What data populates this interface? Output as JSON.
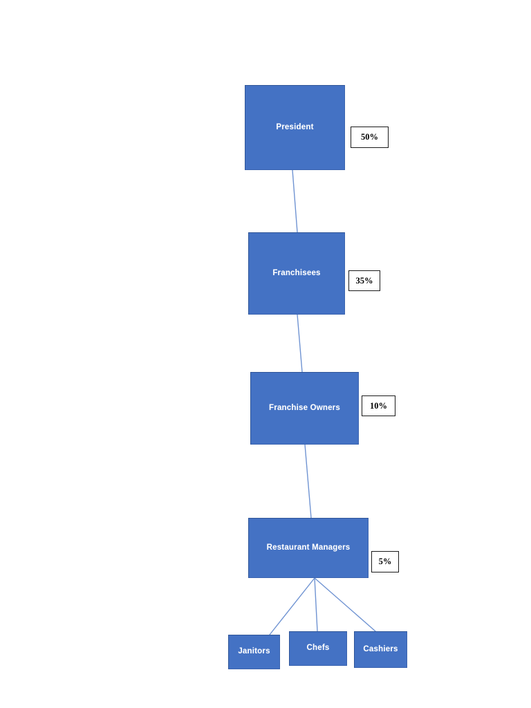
{
  "diagram": {
    "type": "organizational-hierarchy",
    "background_color": "#ffffff",
    "node_fill_color": "#4472c4",
    "node_border_color": "#2f5597",
    "node_text_color": "#ffffff",
    "connector_color": "#6f93d2",
    "callout_border_color": "#000000",
    "callout_text_color": "#000000",
    "nodes": [
      {
        "id": "president",
        "label": "President",
        "level": 1
      },
      {
        "id": "franchisees",
        "label": "Franchisees",
        "level": 2
      },
      {
        "id": "franchise_owners",
        "label": "Franchise Owners",
        "level": 3
      },
      {
        "id": "restaurant_managers",
        "label": "Restaurant Managers",
        "level": 4
      },
      {
        "id": "janitors",
        "label": "Janitors",
        "level": 5
      },
      {
        "id": "chefs",
        "label": "Chefs",
        "level": 5
      },
      {
        "id": "cashiers",
        "label": "Cashiers",
        "level": 5
      }
    ],
    "callouts": [
      {
        "id": "president_pct",
        "value": "50%",
        "for": "president"
      },
      {
        "id": "franchisees_pct",
        "value": "35%",
        "for": "franchisees"
      },
      {
        "id": "franchise_owners_pct",
        "value": "10%",
        "for": "franchise_owners"
      },
      {
        "id": "restaurant_managers_pct",
        "value": "5%",
        "for": "restaurant_managers"
      }
    ],
    "connections": [
      {
        "from": "president",
        "to": "franchisees"
      },
      {
        "from": "franchisees",
        "to": "franchise_owners"
      },
      {
        "from": "franchise_owners",
        "to": "restaurant_managers"
      },
      {
        "from": "restaurant_managers",
        "to": "janitors"
      },
      {
        "from": "restaurant_managers",
        "to": "chefs"
      },
      {
        "from": "restaurant_managers",
        "to": "cashiers"
      }
    ]
  }
}
